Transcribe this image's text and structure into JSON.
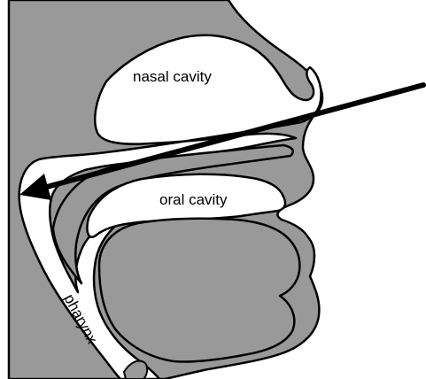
{
  "labels": {
    "nasal_cavity": "nasal cavity",
    "oral_cavity": "oral cavity",
    "pharynx": "pharynx"
  },
  "colors": {
    "tissue": "#999999",
    "cavity": "#ffffff",
    "outline": "#000000",
    "arrow": "#000000"
  }
}
